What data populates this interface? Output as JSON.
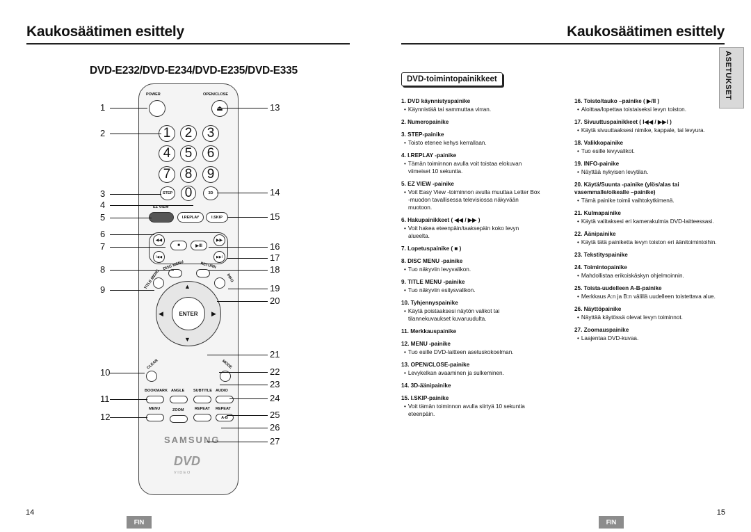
{
  "header": {
    "left_title": "Kaukosäätimen esittely",
    "right_title": "Kaukosäätimen esittely"
  },
  "model": "DVD-E232/DVD-E234/DVD-E235/DVD-E335",
  "side_tab": "ASETUKSET",
  "section_title": "DVD-toimintopainikkeet",
  "remote": {
    "power": "POWER",
    "open_close": "OPEN/CLOSE",
    "digits": [
      "1",
      "2",
      "3",
      "4",
      "5",
      "6",
      "7",
      "8",
      "9",
      "0"
    ],
    "step": "STEP",
    "three_d": "3D",
    "ez_view": "EZ VIEW",
    "ireplay": "I.REPLAY",
    "iskip": "I.SKIP",
    "disc_menu": "DISC MENU",
    "return": "RETURN",
    "title_menu": "TITLE MENU",
    "info": "INFO",
    "enter": "ENTER",
    "clear": "CLEAR",
    "mode": "MODE",
    "bookmark": "BOOKMARK",
    "angle": "ANGLE",
    "subtitle": "SUBTITLE",
    "audio": "AUDIO",
    "menu": "MENU",
    "zoom": "ZOOM",
    "repeat": "REPEAT",
    "repeat2": "REPEAT",
    "ab": "A-B",
    "brand": "SAMSUNG",
    "dvd": "DVD",
    "video": "V I D E O"
  },
  "callouts_left": [
    "1",
    "2",
    "3",
    "4",
    "5",
    "6",
    "7",
    "8",
    "9",
    "10",
    "11",
    "12"
  ],
  "callouts_right": [
    "13",
    "14",
    "15",
    "16",
    "17",
    "18",
    "19",
    "20",
    "21",
    "22",
    "23",
    "24",
    "25",
    "26",
    "27"
  ],
  "items_left": [
    {
      "t": "1. DVD käynnistyspainike",
      "d": [
        "Käynnistää tai sammuttaa virran."
      ]
    },
    {
      "t": "2. Numeropainike",
      "d": []
    },
    {
      "t": "3. STEP-painike",
      "d": [
        "Toisto etenee kehys kerrallaan."
      ]
    },
    {
      "t": "4. I.REPLAY -painike",
      "d": [
        "Tämän toiminnon avulla voit toistaa elokuvan viimeiset 10 sekuntia."
      ]
    },
    {
      "t": "5. EZ VIEW -painike",
      "d": [
        "Voit Easy View -toiminnon avulla muuttaa Letter Box -muodon tavallisessa televisiossa näkyvään muotoon."
      ]
    },
    {
      "t": "6. Hakupainikkeet ( ◀◀ / ▶▶ )",
      "d": [
        "Voit hakea eteenpäin/taaksepäin koko levyn alueelta."
      ]
    },
    {
      "t": "7. Lopetuspainike ( ■ )",
      "d": []
    },
    {
      "t": "8. DISC MENU -painike",
      "d": [
        "Tuo näkyviin levyvalikon."
      ]
    },
    {
      "t": "9. TITLE MENU -painike",
      "d": [
        "Tuo näkyviin esitysvalikon."
      ]
    },
    {
      "t": "10. Tyhjennyspainike",
      "d": [
        "Käytä poistaaksesi näytön valikot tai tilannekuvaukset kuvaruudulta."
      ]
    },
    {
      "t": "11. Merkkauspainike",
      "d": []
    },
    {
      "t": "12. MENU -painike",
      "d": [
        "Tuo esille DVD-laitteen asetuskokoelman."
      ]
    },
    {
      "t": "13. OPEN/CLOSE-painike",
      "d": [
        "Levykelkan avaaminen ja sulkeminen."
      ]
    },
    {
      "t": "14. 3D-äänipainike",
      "d": []
    },
    {
      "t": "15. I.SKIP-painike",
      "d": [
        "Voit tämän toiminnon avulla siirtyä 10 sekuntia eteenpäin."
      ]
    }
  ],
  "items_right": [
    {
      "t": "16. Toisto/tauko –painike ( ▶/II )",
      "d": [
        "Aloittaa/lopettaa toistaiseksi levyn toiston."
      ]
    },
    {
      "t": "17. Sivuuttuspainikkeet ( I◀◀ / ▶▶I )",
      "d": [
        "Käytä sivuuttaaksesi nimike, kappale, tai levyura."
      ]
    },
    {
      "t": "18. Valikkopainike",
      "d": [
        "Tuo esille levyvalikot."
      ]
    },
    {
      "t": "19. INFO-painike",
      "d": [
        "Näyttää nykyisen levytilan."
      ]
    },
    {
      "t": "20. Käytä/Suunta -painike (ylös/alas tai vasemmalle/oikealle –painike)",
      "d": [
        "Tämä painike toimii vaihtokytkimenä."
      ]
    },
    {
      "t": "21. Kulmapainike",
      "d": [
        "Käytä valitaksesi eri kamerakulmia DVD-laitteessasi."
      ]
    },
    {
      "t": "22. Äänipainike",
      "d": [
        "Käytä tätä painiketta levyn toiston eri äänitoimintoihin."
      ]
    },
    {
      "t": "23. Tekstityspainike",
      "d": []
    },
    {
      "t": "24. Toimintopainike",
      "d": [
        "Mahdollistaa erikoiskäskyn ohjelmoinnin."
      ]
    },
    {
      "t": "25. Toista-uudelleen A-B-painike",
      "d": [
        "Merkkaus A:n ja B:n välillä uudelleen toistettava alue."
      ]
    },
    {
      "t": "26. Näyttöpainike",
      "d": [
        "Näyttää käytössä olevat levyn toiminnot."
      ]
    },
    {
      "t": "27. Zoomauspainike",
      "d": [
        "Laajentaa DVD-kuvaa."
      ]
    }
  ],
  "footer": {
    "page_left": "14",
    "page_right": "15",
    "fin_left": "FIN",
    "fin_right": "FIN"
  }
}
